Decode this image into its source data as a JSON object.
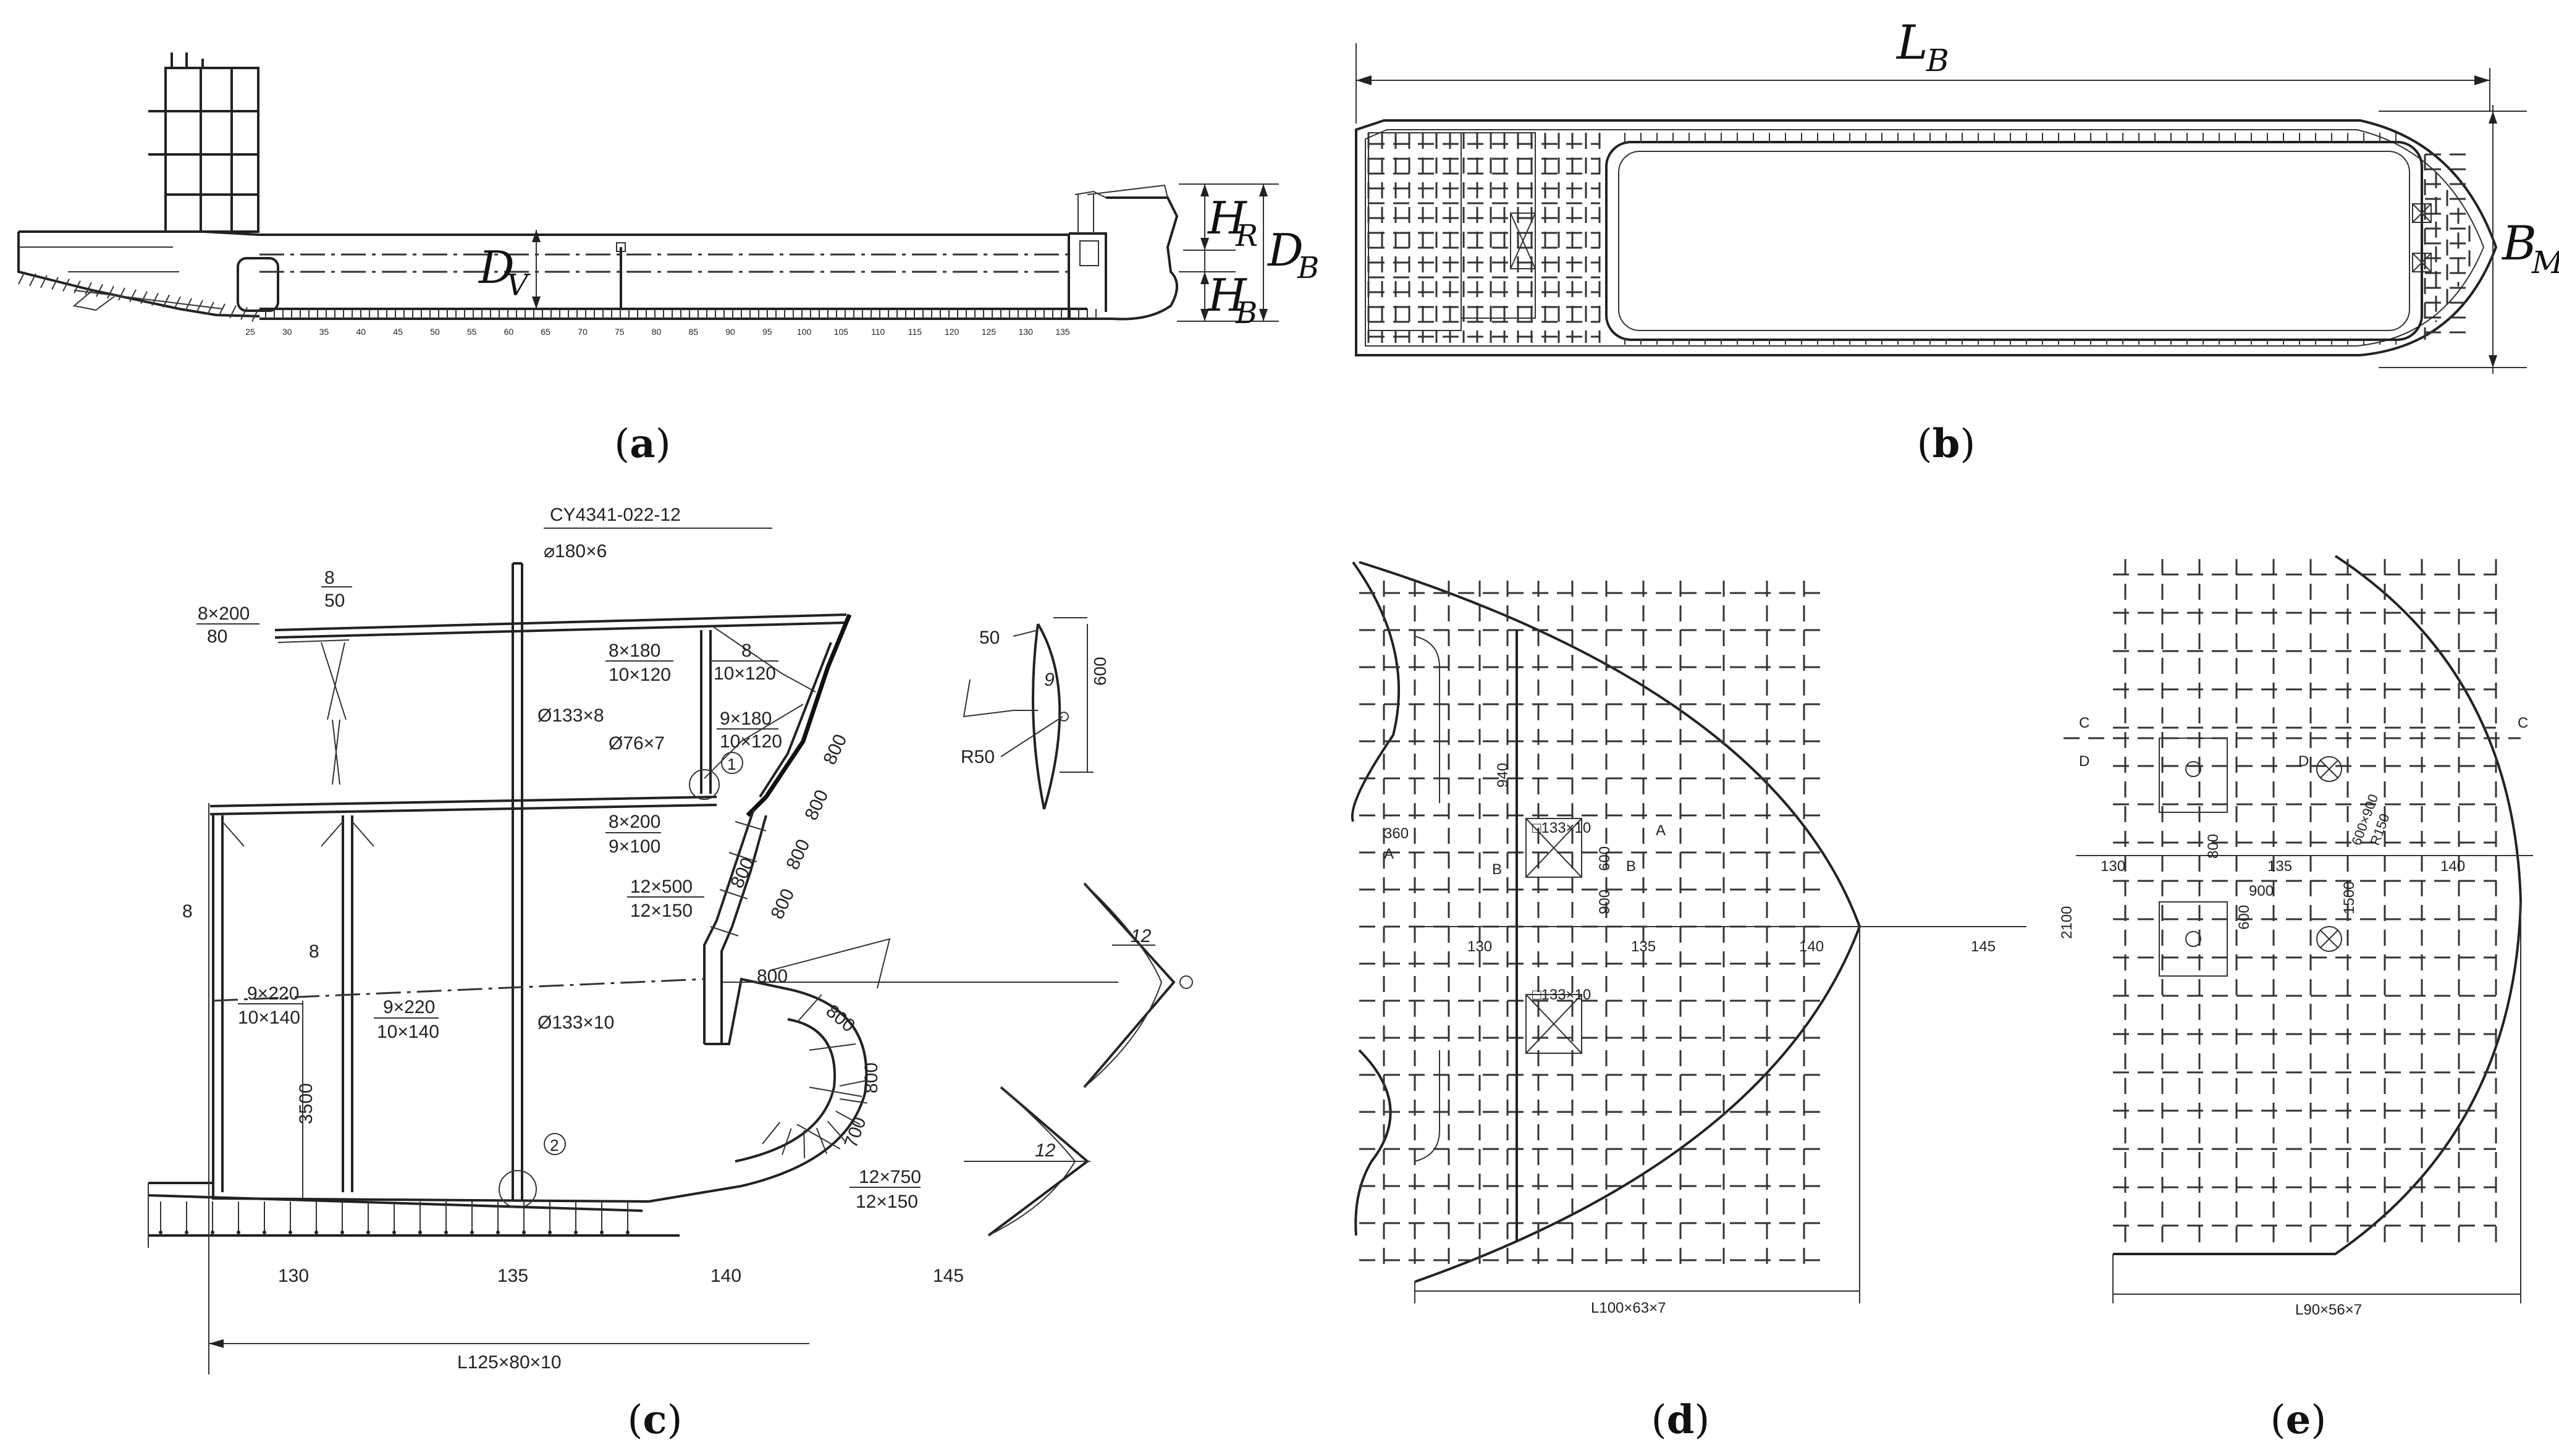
{
  "panels": {
    "a": {
      "caption": "a",
      "labels": {
        "dv": {
          "main": "D",
          "sub": "V"
        },
        "hr": {
          "main": "H",
          "sub": "R"
        },
        "hb": {
          "main": "H",
          "sub": "B"
        },
        "db": {
          "main": "D",
          "sub": "B"
        }
      },
      "frame_ticks": [
        "25",
        "30",
        "35",
        "40",
        "45",
        "50",
        "55",
        "60",
        "65",
        "70",
        "75",
        "80",
        "85",
        "90",
        "95",
        "100",
        "105",
        "110",
        "115",
        "120",
        "125",
        "130",
        "135"
      ]
    },
    "b": {
      "caption": "b",
      "labels": {
        "lb": {
          "main": "L",
          "sub": "B"
        },
        "bm": {
          "main": "B",
          "sub": "M"
        }
      }
    },
    "c": {
      "caption": "c",
      "title": "CY4341-022-12",
      "annotations": {
        "p180": "⌀180×6",
        "a8_50_top": "8",
        "a8_50_bot": "50",
        "a8_200_top": "8×200",
        "a8_200_bot": "80",
        "a8_180_top": "8×180",
        "a8_180_bot": "10×120",
        "a8_top": "8",
        "a10_120": "10×120",
        "p133_8": "Ø133×8",
        "a9_180_top": "9×180",
        "a9_180_bot": "10×120",
        "p76_7": "Ø76×7",
        "c1": "1",
        "a8_200b_top": "8×200",
        "a8_200b_bot": "9×100",
        "a12_500_top": "12×500",
        "a12_500_bot": "12×150",
        "s8_left": "8",
        "s8_mid": "8",
        "a9_220a_top": "9×220",
        "a9_220a_bot": "10×140",
        "a9_220b_top": "9×220",
        "a9_220b_bot": "10×140",
        "p133_10": "Ø133×10",
        "h3500": "3500",
        "c2": "2",
        "a12_750_top": "12×750",
        "a12_750_bot": "12×150",
        "d50": "50",
        "d9": "9",
        "d600": "600",
        "r50": "R50",
        "d12a": "12",
        "d12b": "12",
        "s800_1": "800",
        "s800_2": "800",
        "s800_3": "800",
        "s800_4": "800",
        "s800_5": "800",
        "s800_6": "800",
        "s800_7": "800",
        "s800_8": "800",
        "s700": "700",
        "l125": "L125×80×10"
      },
      "frames": [
        "130",
        "135",
        "140",
        "145"
      ]
    },
    "d": {
      "caption": "d",
      "annotations": {
        "n940": "940",
        "n360": "360",
        "p133a": "□133×10",
        "p133b": "□133×10",
        "n600": "600",
        "n900": "900",
        "secA1": "A",
        "secA2": "A",
        "secB1": "B",
        "secB2": "B",
        "bottom": "L100×63×7"
      },
      "frames": [
        "130",
        "135",
        "140",
        "145"
      ]
    },
    "e": {
      "caption": "e",
      "annotations": {
        "secC1": "C",
        "secC2": "C",
        "secD1": "D",
        "secD2": "D",
        "n800": "800",
        "n900": "900",
        "n600": "600",
        "n1500": "1500",
        "n2100": "2100",
        "rlabel": "600×900",
        "rlabel2": "R150",
        "bottom": "L90×56×7"
      },
      "frames": [
        "130",
        "135",
        "140"
      ]
    }
  }
}
